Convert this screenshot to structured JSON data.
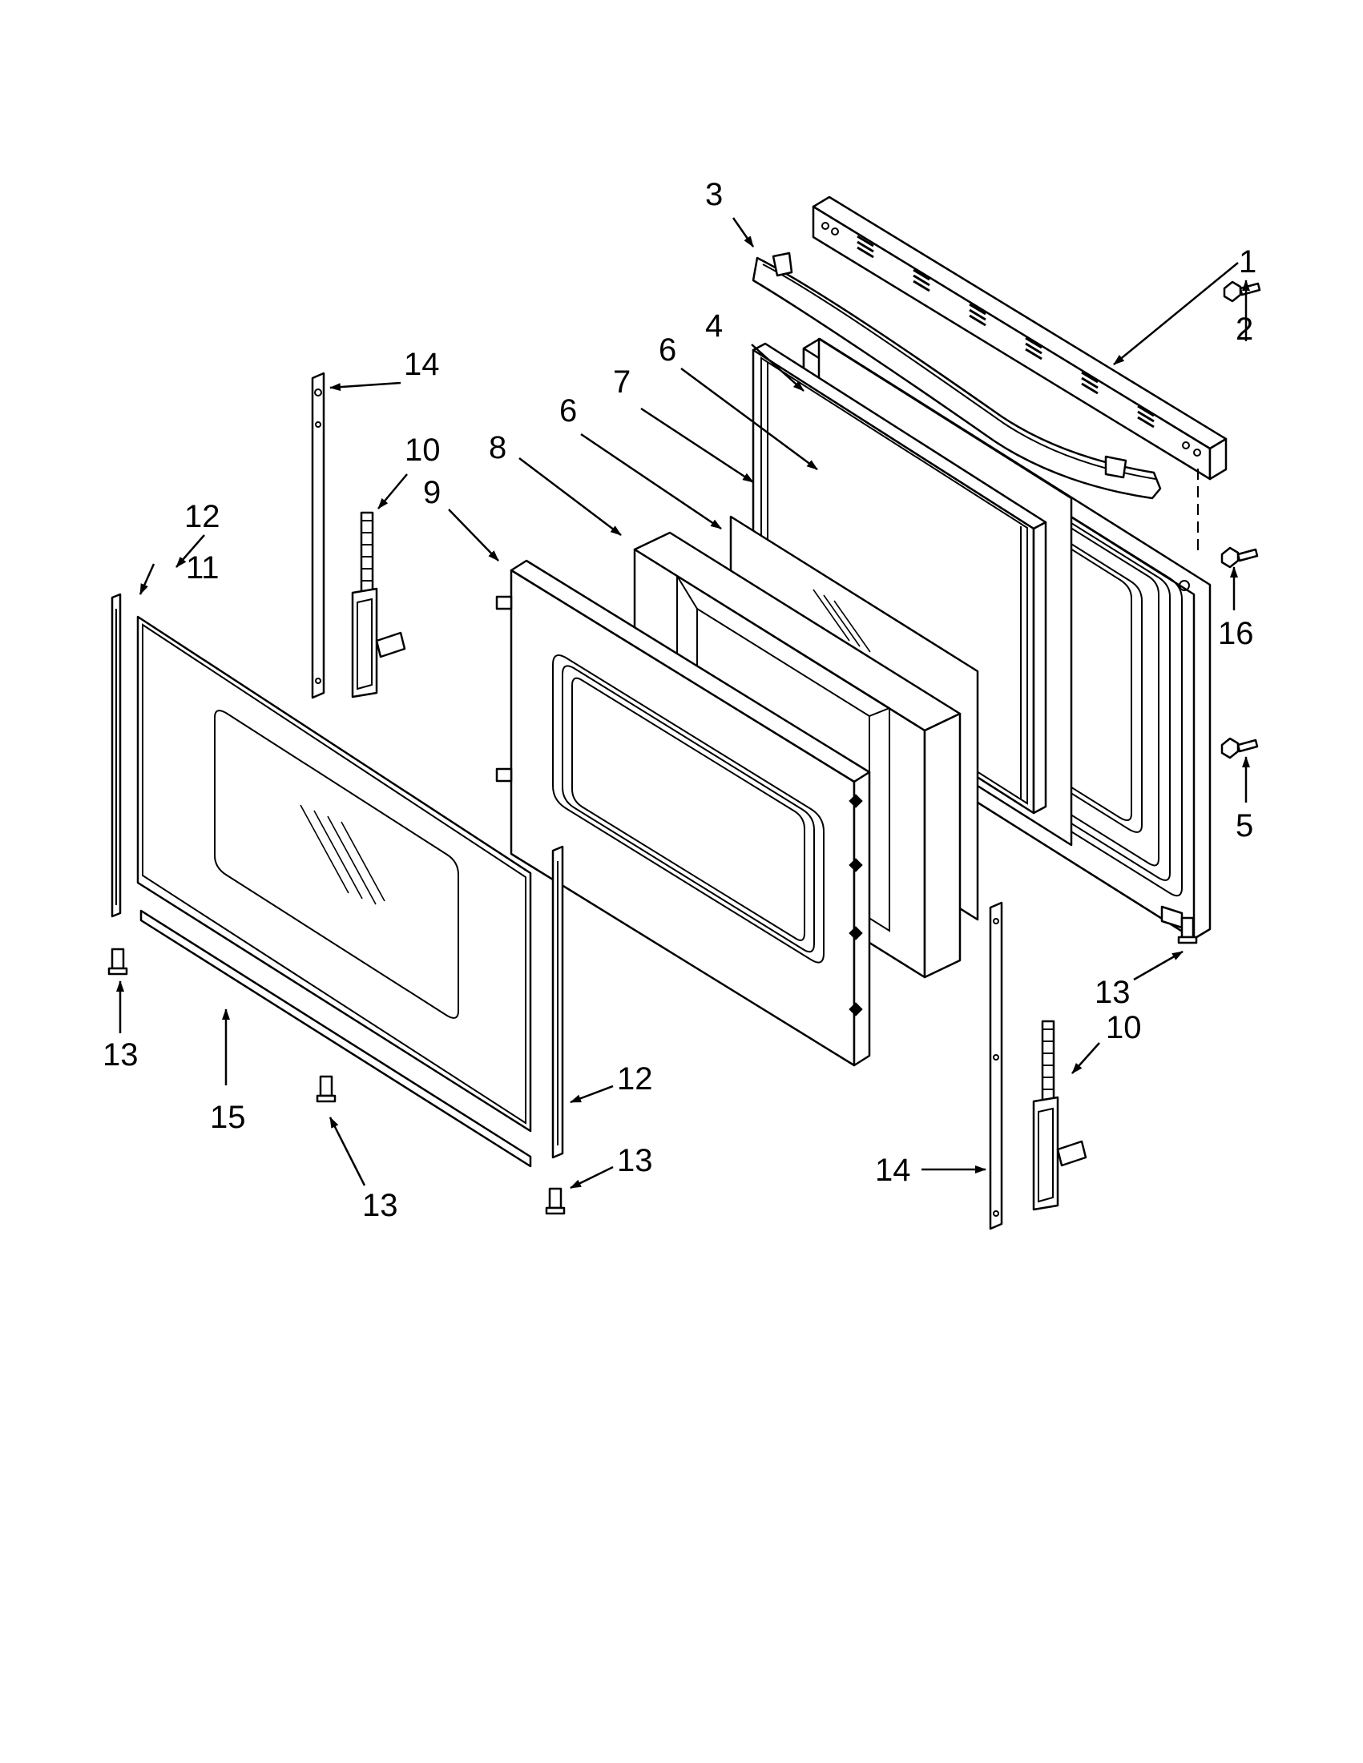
{
  "diagram": {
    "callouts": {
      "c1": "1",
      "c2": "2",
      "c3": "3",
      "c4": "4",
      "c5": "5",
      "c6a": "6",
      "c6b": "6",
      "c7": "7",
      "c8": "8",
      "c9": "9",
      "c10a": "10",
      "c10b": "10",
      "c11": "11",
      "c12a": "12",
      "c12b": "12",
      "c13a": "13",
      "c13b": "13",
      "c13c": "13",
      "c13d": "13",
      "c14a": "14",
      "c14b": "14",
      "c15": "15",
      "c16": "16"
    }
  }
}
